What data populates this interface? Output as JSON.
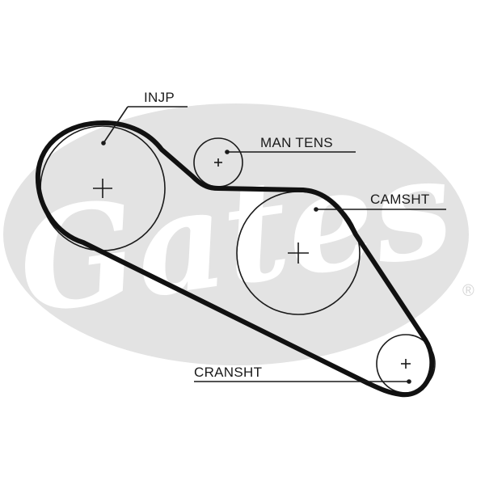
{
  "watermark": {
    "brand": "Gates",
    "registered": "®",
    "ellipse_color": "#e3e3e3"
  },
  "labels": {
    "injp": "INJP",
    "man_tens": "MAN TENS",
    "camsht": "CAMSHT",
    "cransht": "CRANSHT"
  },
  "colors": {
    "belt": "#111111",
    "line": "#1a1a1a"
  }
}
